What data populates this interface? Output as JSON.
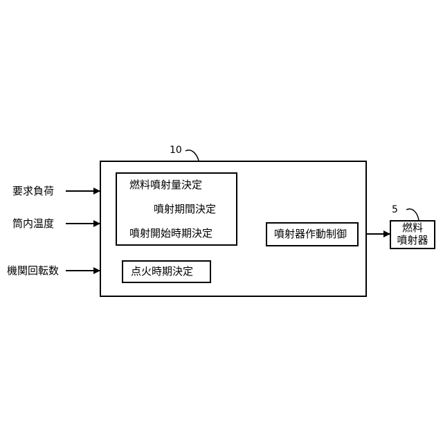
{
  "inputs": {
    "required_load": "要求負荷",
    "cylinder_temp": "筒内温度",
    "engine_speed": "機関回転数"
  },
  "controller": {
    "ref": "10",
    "fuel_group": {
      "amount": "燃料噴射量決定",
      "period": "噴射期間決定",
      "start_timing": "噴射開始時期決定"
    },
    "ignition_timing": "点火時期決定",
    "injector_control": "噴射器作動制御"
  },
  "injector": {
    "ref": "5",
    "label_line1": "燃料",
    "label_line2": "噴射器"
  }
}
